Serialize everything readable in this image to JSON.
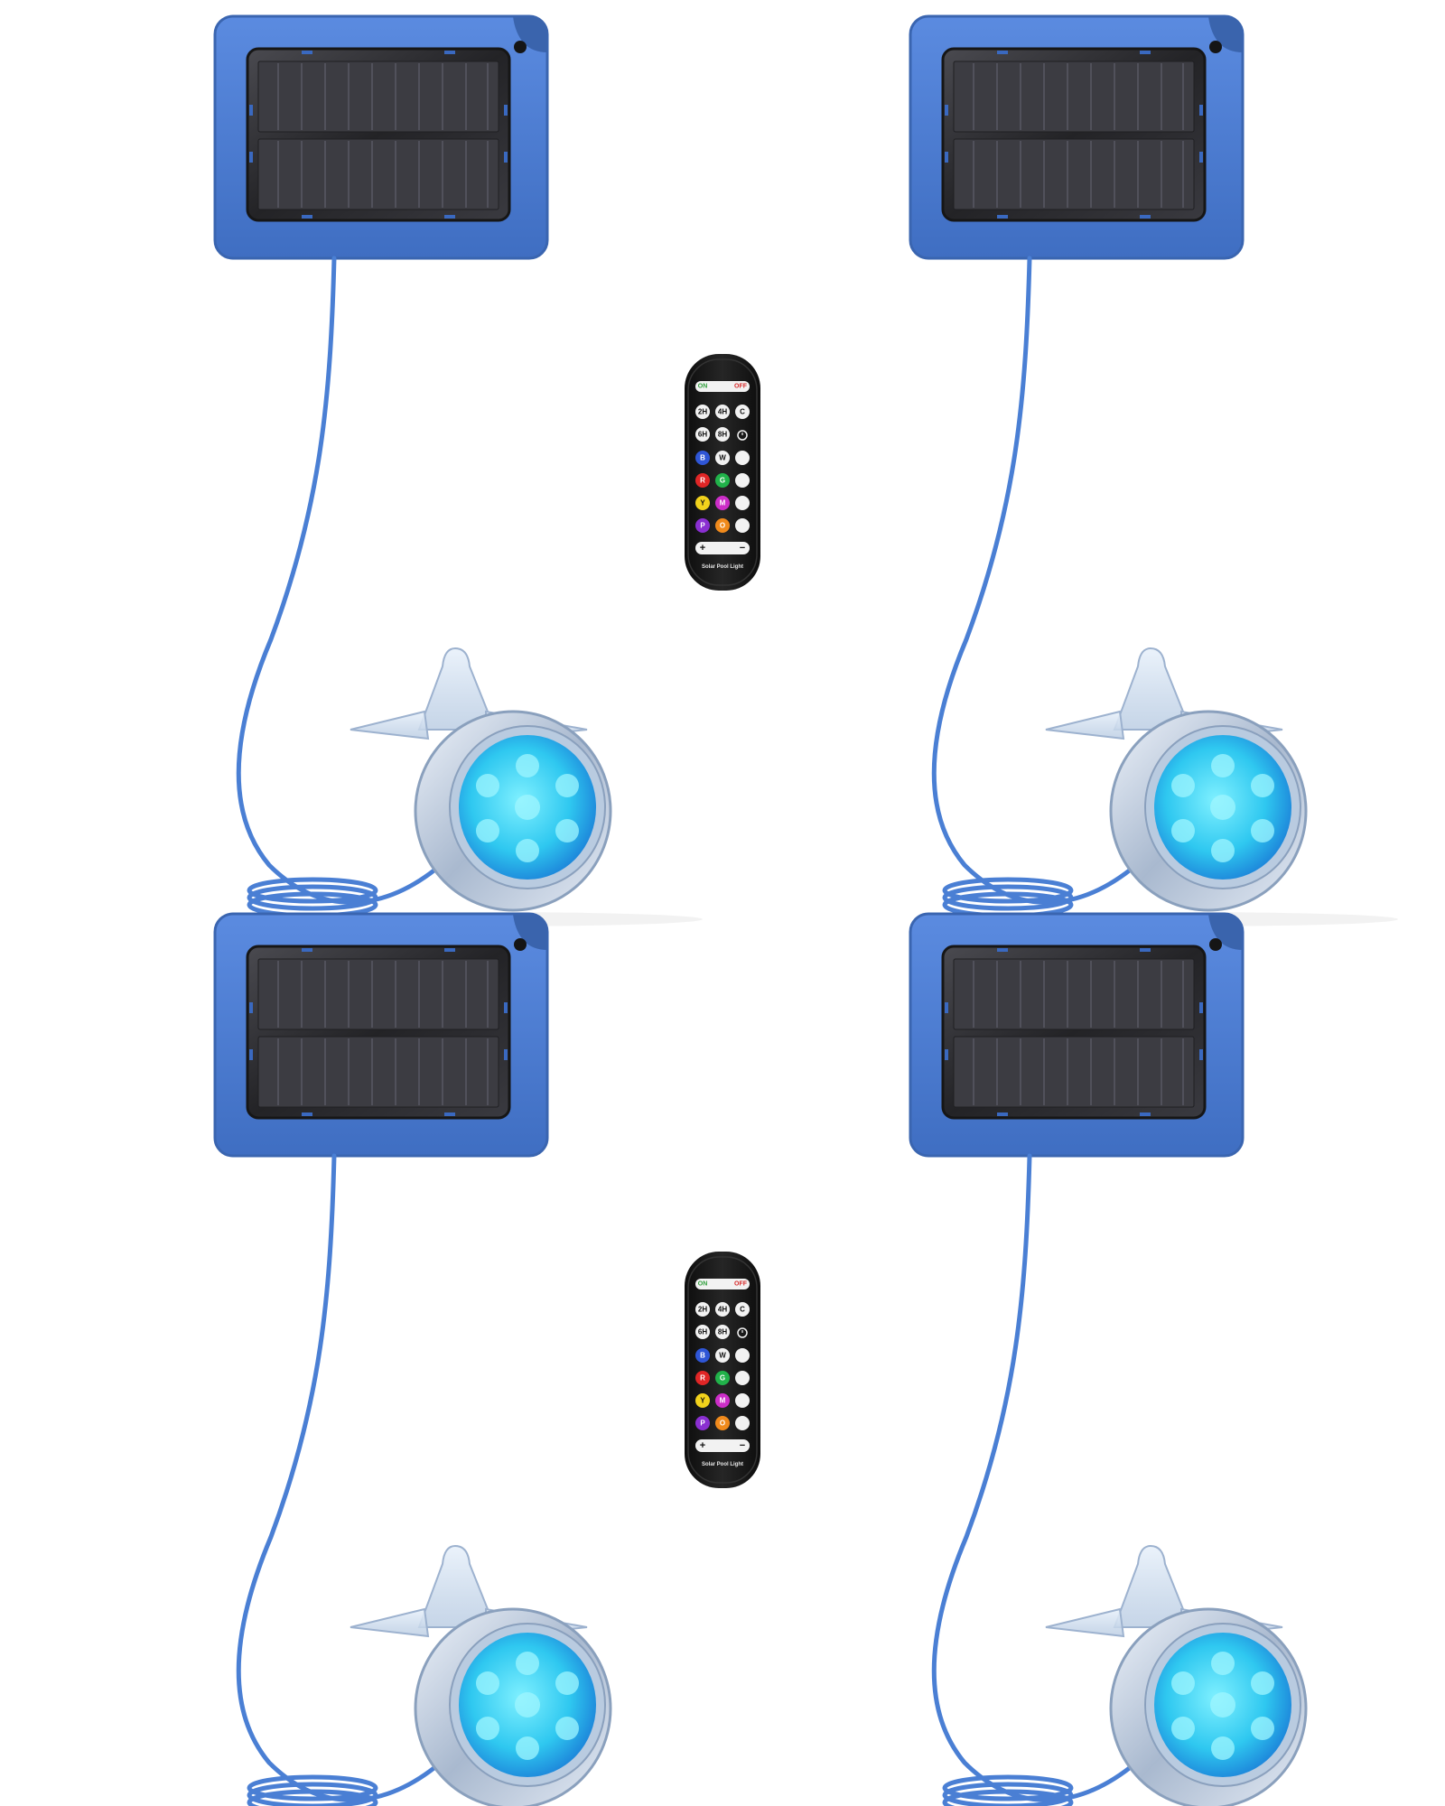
{
  "colors": {
    "background": "#ffffff",
    "panel_frame": "#4f7fd0",
    "panel_frame_edge": "#3c67b3",
    "solar_cell": "#2b2b2e",
    "solar_glass": "#1b1b1e",
    "cable": "#4a7fd4",
    "light_glow": "#2fd0f2",
    "light_ring": "#c9d6e6",
    "remote_body": "#1a1a1a",
    "btn_white": "#f2f2f2",
    "btn_on": "#2e9e3a",
    "btn_off": "#d62b2b",
    "btn_blue": "#2f56d6",
    "btn_red": "#e02626",
    "btn_green": "#21b24a",
    "btn_yellow": "#f2d21c",
    "btn_magenta": "#cc2ec8",
    "btn_purple": "#8a2fd1",
    "btn_orange": "#f08a1c"
  },
  "remote": {
    "on_label": "ON",
    "off_label": "OFF",
    "timer_2h": "2H",
    "timer_4h": "4H",
    "timer_6h": "6H",
    "timer_8h": "8H",
    "clear_label": "C",
    "white_label": "W",
    "blue_label": "B",
    "red_label": "R",
    "green_label": "G",
    "yellow_label": "Y",
    "magenta_label": "M",
    "purple_label": "P",
    "orange_label": "O",
    "plus_label": "+",
    "minus_label": "−",
    "brand_text": "Solar Pool Light",
    "icons": [
      "alarm-clock-icon",
      "mode-button-icon",
      "plus-icon",
      "minus-icon"
    ]
  },
  "product_units": [
    {
      "name": "top-left"
    },
    {
      "name": "top-right"
    },
    {
      "name": "bottom-left"
    },
    {
      "name": "bottom-right"
    }
  ]
}
